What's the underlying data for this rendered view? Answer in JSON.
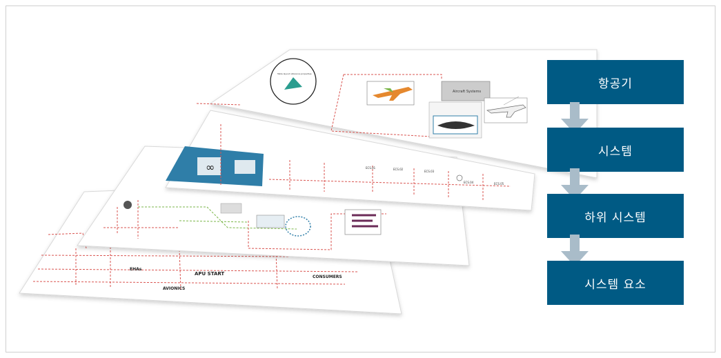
{
  "hierarchy": {
    "levels": [
      {
        "label": "항공기"
      },
      {
        "label": "시스템"
      },
      {
        "label": "하위 시스템"
      },
      {
        "label": "시스템 요소"
      }
    ]
  },
  "layers": {
    "top": {
      "circle_label": "Table layout reference properties",
      "systems_label": "Aircraft Systems"
    },
    "second": {
      "labels": [
        "ECS.01",
        "ECS.02",
        "ECS.03",
        "ECS.04",
        "ECS.05"
      ]
    },
    "bottom": {
      "labels": [
        "EHAs",
        "APU START",
        "AVIONICS",
        "CONSUMERS"
      ]
    }
  },
  "colors": {
    "box_fill": "#005a84",
    "box_text": "#ffffff",
    "arrow": "#a9bcc9",
    "schematic_red": "#d9534f",
    "schematic_green": "#7ab648",
    "panel_blue": "#2f7ea8"
  }
}
